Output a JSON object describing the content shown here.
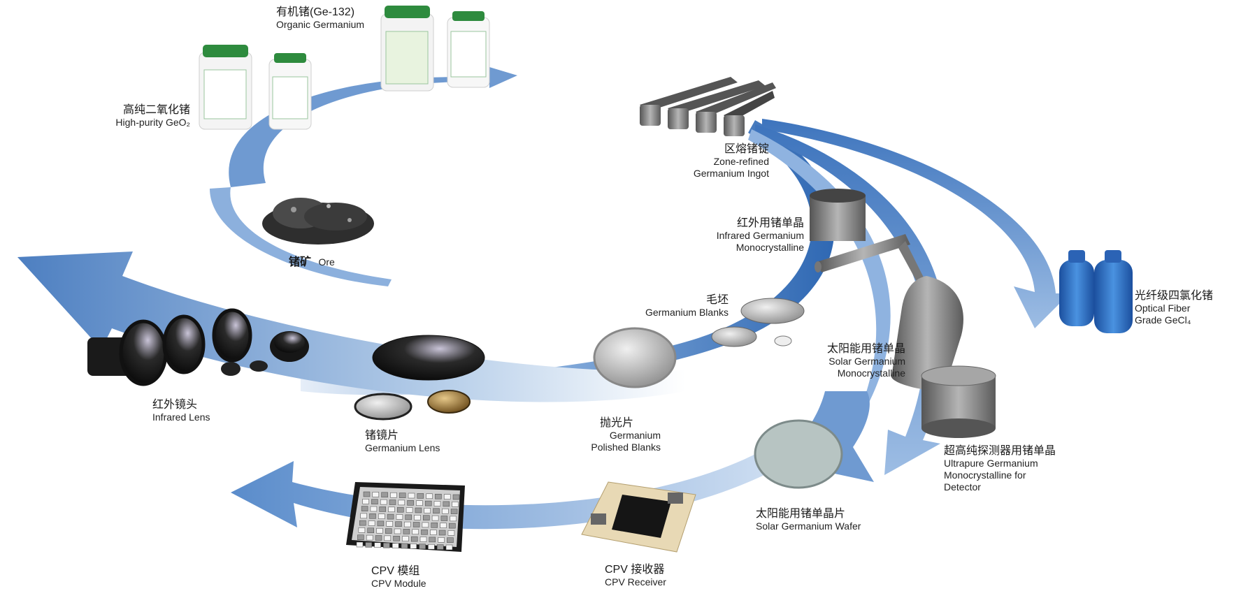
{
  "nodes": {
    "organic_ge": {
      "zh": "有机锗(Ge-132)",
      "en": "Organic Germanium"
    },
    "geo2": {
      "zh": "高纯二氧化锗",
      "en": "High-purity GeO₂"
    },
    "ingot": {
      "zh": "区熔锗锭",
      "en1": "Zone-refined",
      "en2": "Germanium Ingot"
    },
    "ore": {
      "zh": "锗矿",
      "en": "Ore"
    },
    "ir_mono": {
      "zh": "红外用锗单晶",
      "en1": "Infrared Germanium",
      "en2": "Monocrystalline"
    },
    "blanks": {
      "zh": "毛坯",
      "en": "Germanium Blanks"
    },
    "solar_mono": {
      "zh": "太阳能用锗单晶",
      "en1": "Solar Germanium",
      "en2": "Monocrystalline"
    },
    "gecl4": {
      "zh": "光纤级四氯化锗",
      "en1": "Optical Fiber",
      "en2": "Grade GeCl₄"
    },
    "ir_lens": {
      "zh": "红外镜头",
      "en": "Infrared Lens"
    },
    "ge_lens": {
      "zh": "锗镜片",
      "en": "Germanium Lens"
    },
    "polished": {
      "zh": "抛光片",
      "en1": "Germanium",
      "en2": "Polished Blanks"
    },
    "detector": {
      "zh": "超高纯探测器用锗单晶",
      "en1": "Ultrapure Germanium",
      "en2": "Monocrystalline for",
      "en3": "Detector"
    },
    "wafer": {
      "zh": "太阳能用锗单晶片",
      "en": "Solar Germanium Wafer"
    },
    "cpv_module": {
      "zh": "CPV 模组",
      "en": "CPV Module"
    },
    "cpv_receiver": {
      "zh": "CPV 接收器",
      "en": "CPV Receiver"
    }
  },
  "colors": {
    "arrow_dark": "#3f73b5",
    "arrow_mid": "#7ea7d6",
    "arrow_light": "#dce8f5",
    "ore": "#3a3a3a",
    "metal": "#8a8a8a",
    "bottle_green": "#2e8b3e",
    "cylinder_blue": "#2f6fc4"
  },
  "icons": [
    "bottle-icon",
    "ingot-bars",
    "ore-pile",
    "crystal-cylinder",
    "germanium-rod",
    "solar-crystal-cone",
    "gas-cylinder",
    "disc-blank",
    "polished-disc",
    "lens-disc",
    "camera-lens",
    "wafer-disc",
    "cpv-module-grid",
    "cpv-receiver-chip"
  ]
}
